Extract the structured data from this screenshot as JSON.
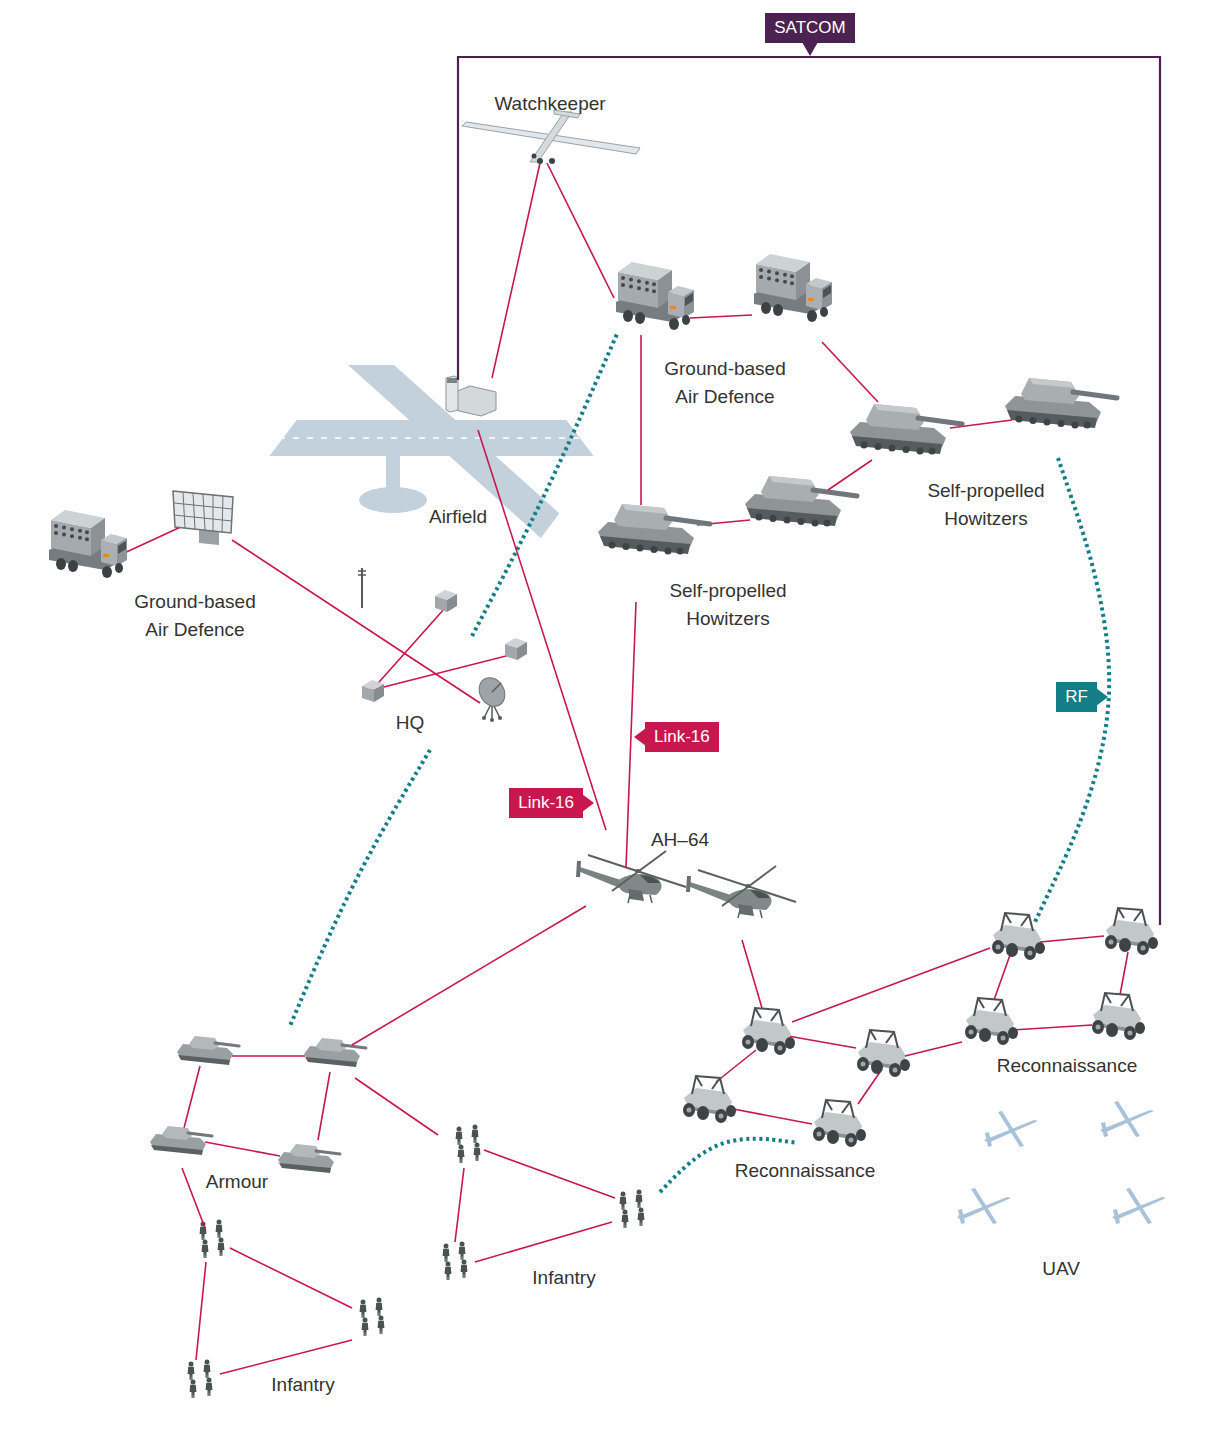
{
  "diagram": {
    "nodes": [
      {
        "text": [
          "Watchkeeper"
        ]
      },
      {
        "text": [
          "Ground-based Air Defence"
        ]
      },
      {
        "text": [
          "Airfield"
        ]
      },
      {
        "text": [
          "Self-propelled Howitzers"
        ]
      },
      {
        "text": [
          "Ground-based Air Defence"
        ]
      },
      {
        "text": [
          "Self-propelled Howitzers"
        ]
      },
      {
        "text": [
          "HQ"
        ]
      },
      {
        "text": [
          "AH–64"
        ]
      },
      {
        "text": [
          "Reconnaissance"
        ]
      },
      {
        "text": [
          "Armour"
        ]
      },
      {
        "text": [
          "Reconnaissance"
        ]
      },
      {
        "text": [
          "Infantry"
        ]
      },
      {
        "text": [
          "UAV"
        ]
      },
      {
        "text": [
          "Infantry"
        ]
      }
    ],
    "edges": [
      {
        "from": 0,
        "to": 2,
        "arrow": "none"
      },
      {
        "from": 0,
        "to": 1,
        "arrow": "none"
      },
      {
        "from": 2,
        "to": 8,
        "label": "SATCOM",
        "arrow": "none"
      },
      {
        "from": 1,
        "to": 3,
        "arrow": "none"
      },
      {
        "from": 1,
        "to": 5,
        "arrow": "none"
      },
      {
        "from": 3,
        "to": 5,
        "arrow": "none"
      },
      {
        "from": 4,
        "to": 6,
        "arrow": "none"
      },
      {
        "from": 6,
        "to": 1,
        "arrow": "none"
      },
      {
        "from": 2,
        "to": 7,
        "label": "Link-16",
        "arrow": "none"
      },
      {
        "from": 5,
        "to": 7,
        "label": "Link-16",
        "arrow": "none"
      },
      {
        "from": 6,
        "to": 9,
        "arrow": "none"
      },
      {
        "from": 3,
        "to": 8,
        "label": "RF",
        "arrow": "none"
      },
      {
        "from": 7,
        "to": 9,
        "arrow": "none"
      },
      {
        "from": 7,
        "to": 10,
        "arrow": "none"
      },
      {
        "from": 9,
        "to": 11,
        "arrow": "none"
      },
      {
        "from": 9,
        "to": 13,
        "arrow": "none"
      },
      {
        "from": 11,
        "to": 10,
        "arrow": "none"
      },
      {
        "from": 10,
        "to": 8,
        "arrow": "none"
      },
      {
        "from": 10,
        "to": 8,
        "arrow": "none"
      }
    ]
  }
}
